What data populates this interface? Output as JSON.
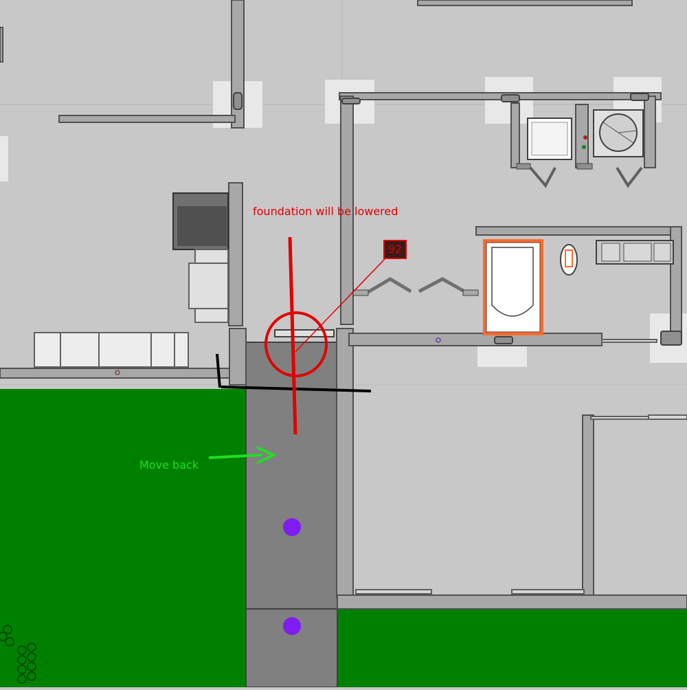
{
  "annotations": {
    "foundation_note": "foundation will be lowered",
    "move_note": "Move back",
    "callout_number": "92"
  },
  "colors": {
    "floor": "#c8c8c8",
    "wall": "#a8a8a8",
    "wall_edge": "#505050",
    "lawn": "#008000",
    "walkway": "#808080",
    "markup_red": "#e00000",
    "markup_green": "#22dd22",
    "markup_black": "#000000",
    "marker_purple": "#7f1cf0",
    "tub_outline": "#ff6a2a"
  },
  "icons": [
    "section-cut-marker",
    "arrow-right-icon",
    "bathtub",
    "washing-machine",
    "dryer",
    "toilet"
  ]
}
